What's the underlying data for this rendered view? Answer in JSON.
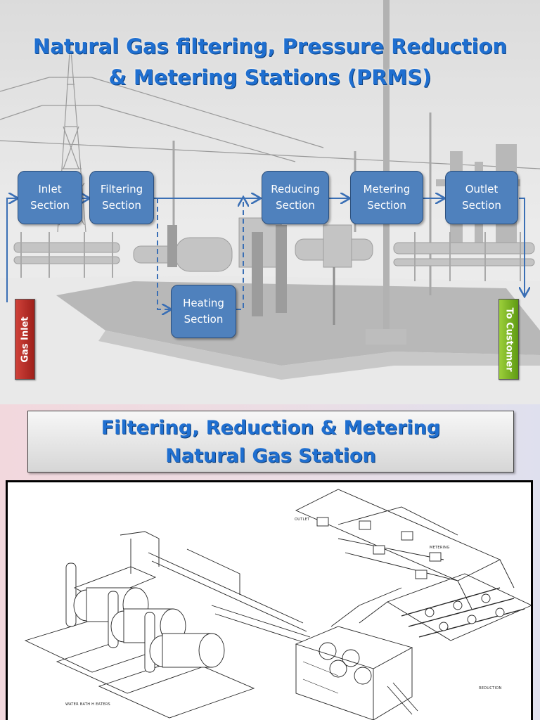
{
  "header": {
    "title_line1": "Natural Gas filtering, Pressure Reduction",
    "title_line2": "& Metering Stations (PRMS)"
  },
  "flow": {
    "boxes": [
      {
        "line1": "Inlet",
        "line2": "Section"
      },
      {
        "line1": "Filtering",
        "line2": "Section"
      },
      {
        "line1": "Reducing",
        "line2": "Section"
      },
      {
        "line1": "Metering",
        "line2": "Section"
      },
      {
        "line1": "Outlet",
        "line2": "Section"
      },
      {
        "line1": "Heating",
        "line2": "Section"
      }
    ],
    "inlet_tag": "Gas Inlet",
    "outlet_tag": "To Customer",
    "colors": {
      "box": "#4f81bd",
      "arrow": "#3a6fb5",
      "inlet": "#c0302a",
      "outlet": "#7ab317"
    }
  },
  "banner": {
    "line1": "Filtering, Reduction & Metering",
    "line2": "Natural Gas Station"
  },
  "drawing": {
    "labels": {
      "outlet": "OUTLET",
      "metering": "METERING",
      "reduction": "REDUCTION",
      "heaters": "WATER BATH H EATERS"
    }
  }
}
